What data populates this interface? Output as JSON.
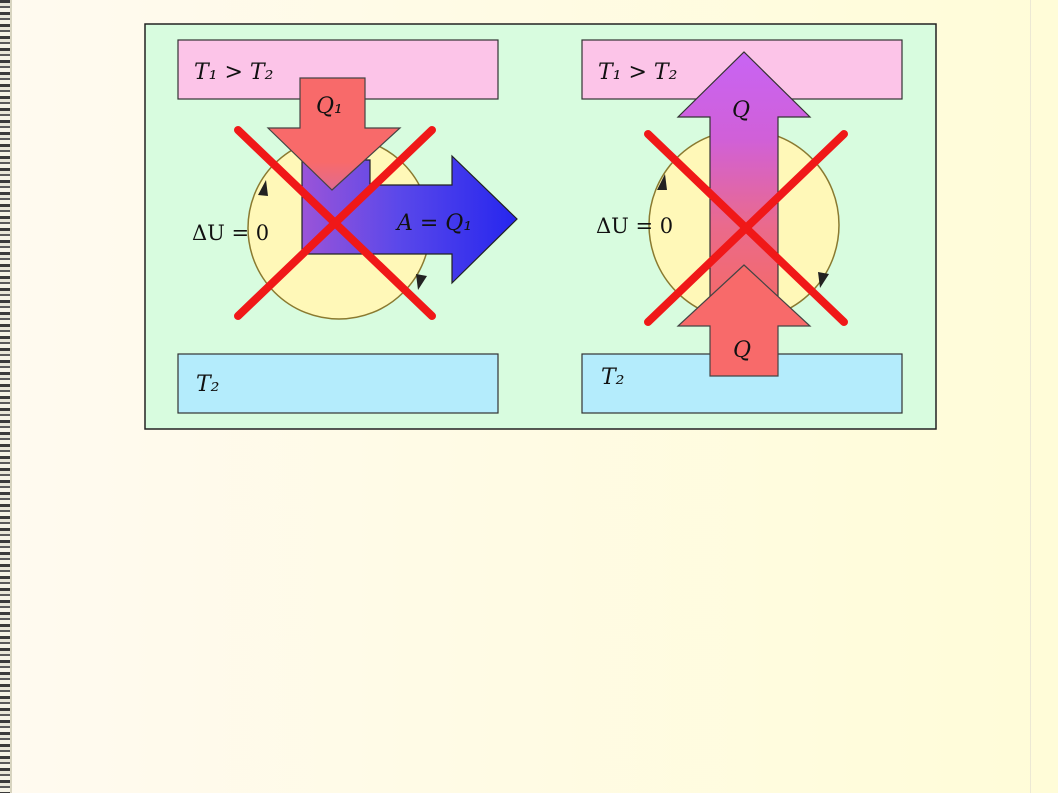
{
  "panels": [
    {
      "hot_label": "T₁ > T₂",
      "heat_label": "Q₁",
      "work_label": "A = Q₁",
      "energy_label": "ΔU = 0",
      "cold_label": "T₂"
    },
    {
      "hot_label": "T₁ > T₂",
      "heat_up_label": "Q",
      "heat_in_label": "Q",
      "energy_label": "ΔU = 0",
      "cold_label": "T₂"
    }
  ],
  "colors": {
    "panel_bg": "#d8fcdf",
    "hot": "#fcc4e8",
    "cold": "#b4ecfc",
    "cycle": "#fff8b8",
    "heat_arrow": "#f86a6a",
    "work_arrow": "#2e2ef0",
    "up_arrow": "#c864f0",
    "cross": "#f01818"
  }
}
